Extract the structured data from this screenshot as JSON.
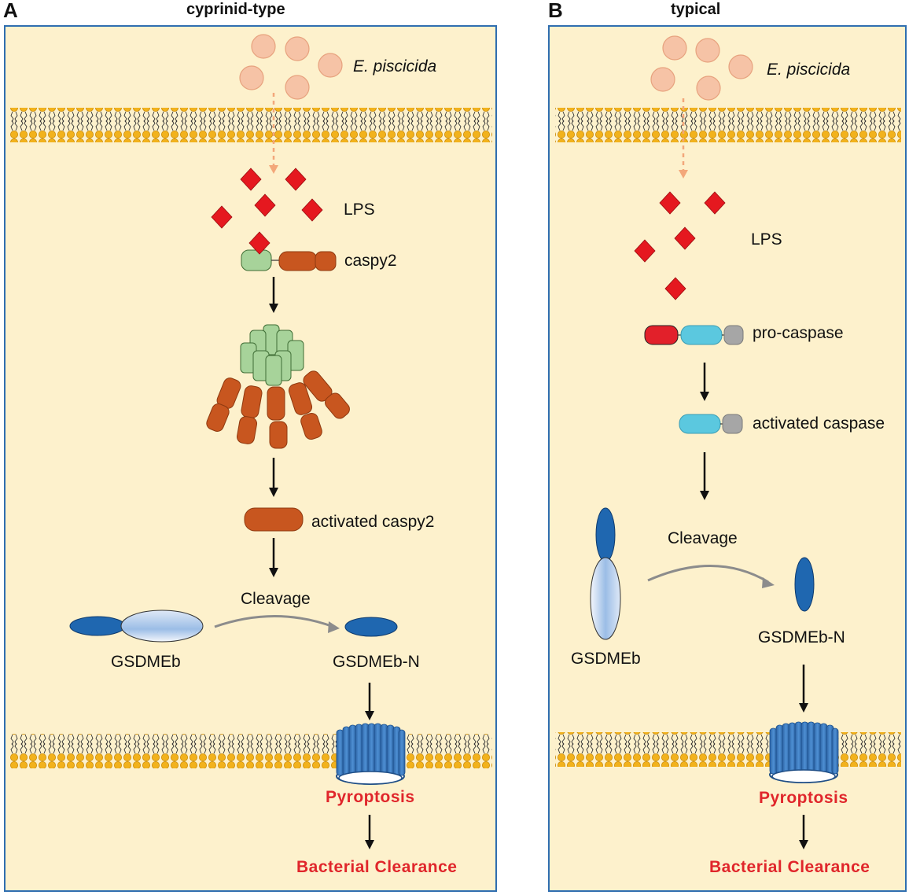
{
  "panel_a": {
    "letter": "A",
    "title": "cyprinid-type",
    "bacteria": "E. piscicida",
    "lps": "LPS",
    "caspy2": "caspy2",
    "activated": "activated caspy2",
    "cleavage": "Cleavage",
    "gsdmeb": "GSDMEb",
    "gsdmeb_n": "GSDMEb-N",
    "pyroptosis": "Pyroptosis",
    "clearance": "Bacterial Clearance"
  },
  "panel_b": {
    "letter": "B",
    "title": "typical",
    "bacteria": "E. piscicida",
    "lps": "LPS",
    "procaspase": "pro-caspase",
    "activated": "activated caspase",
    "cleavage": "Cleavage",
    "gsdmeb": "GSDMEb",
    "gsdmeb_n": "GSDMEb-N",
    "pyroptosis": "Pyroptosis",
    "clearance": "Bacterial Clearance"
  },
  "colors": {
    "cell_fill": "#fdf1cc",
    "cell_border": "#2f6eb0",
    "bacteria": "#f6c3a6",
    "lps": "#e5181f",
    "caspy2_card": "#a7d39a",
    "caspy2_body": "#c8561f",
    "gsdme_dark": "#1f67b0",
    "caspase_red": "#e2202a",
    "caspase_cyan": "#5bc8df",
    "caspase_grey": "#a6a6a6",
    "accent_text": "#e0262b"
  }
}
